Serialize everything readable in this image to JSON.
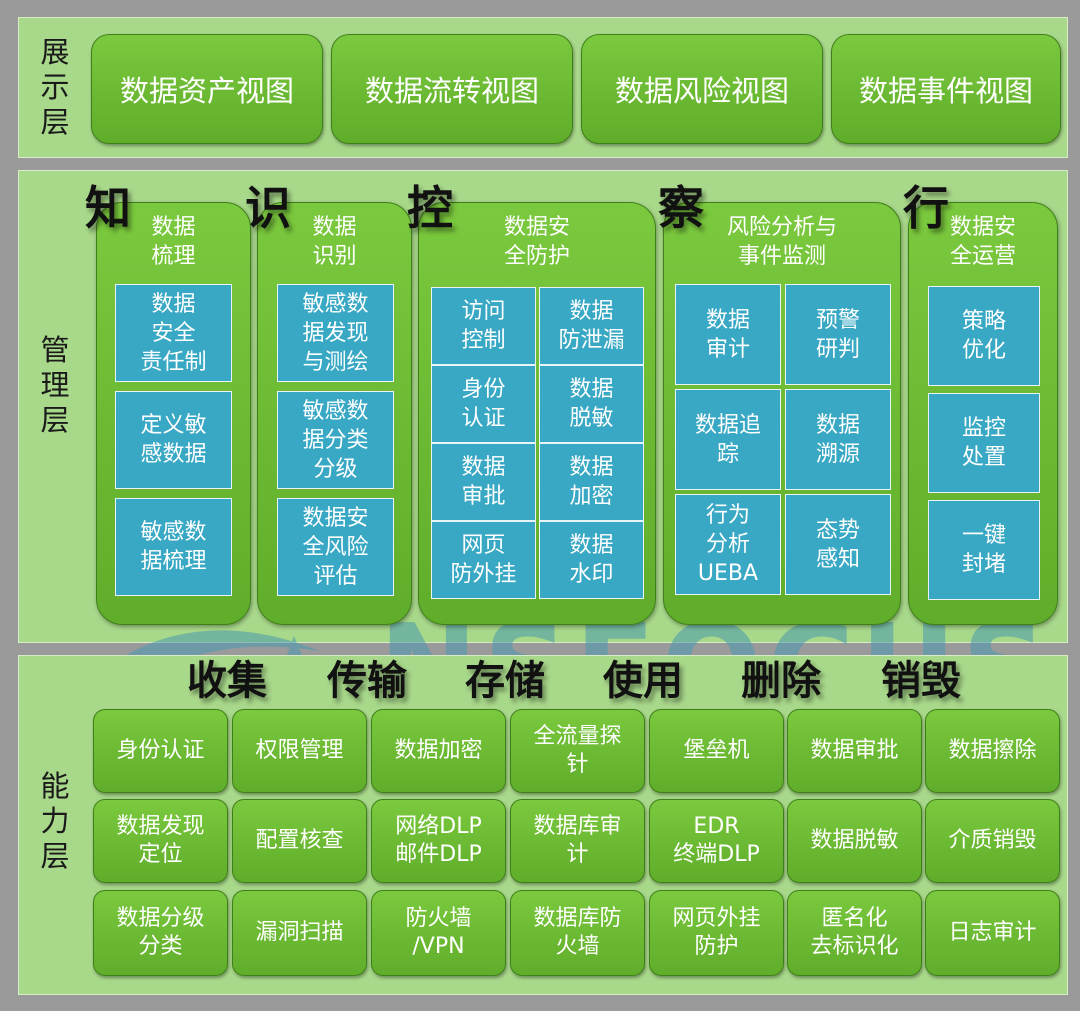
{
  "display": {
    "label": "展示层",
    "views": [
      "数据资产视图",
      "数据流转视图",
      "数据风险视图",
      "数据事件视图"
    ]
  },
  "management": {
    "label": "管理层",
    "phases": [
      "知",
      "识",
      "控",
      "察",
      "行"
    ],
    "columns": [
      {
        "title": "数据\n梳理",
        "items": [
          "数据\n安全\n责任制",
          "定义敏\n感数据",
          "敏感数\n据梳理"
        ]
      },
      {
        "title": "数据\n识别",
        "items": [
          "敏感数\n据发现\n与测绘",
          "敏感数\n据分类\n分级",
          "数据安\n全风险\n评估"
        ]
      },
      {
        "title": "数据安\n全防护",
        "items": [
          "访问\n控制",
          "数据\n防泄漏",
          "身份\n认证",
          "数据\n脱敏",
          "数据\n审批",
          "数据\n加密",
          "网页\n防外挂",
          "数据\n水印"
        ]
      },
      {
        "title": "风险分析与\n事件监测",
        "items": [
          "数据\n审计",
          "预警\n研判",
          "数据追\n踪",
          "数据\n溯源",
          "行为\n分析\nUEBA",
          "态势\n感知"
        ]
      },
      {
        "title": "数据安\n全运营",
        "items": [
          "策略\n优化",
          "监控\n处置",
          "一键\n封堵"
        ]
      }
    ],
    "watermark": "NSFOCUS"
  },
  "capability": {
    "label": "能力层",
    "stages": [
      "收集",
      "传输",
      "存储",
      "使用",
      "删除",
      "销毁"
    ],
    "rows": [
      [
        "身份认证",
        "权限管理",
        "数据加密",
        "全流量探\n针",
        "堡垒机",
        "数据审批",
        "数据擦除"
      ],
      [
        "数据发现\n定位",
        "配置核查",
        "网络DLP\n邮件DLP",
        "数据库审\n计",
        "EDR\n终端DLP",
        "数据脱敏",
        "介质销毁"
      ],
      [
        "数据分级\n分类",
        "漏洞扫描",
        "防火墙\n/VPN",
        "数据库防\n火墙",
        "网页外挂\n防护",
        "匿名化\n去标识化",
        "日志审计"
      ]
    ]
  },
  "colors": {
    "green": "#6cbf33",
    "blue": "#39a8c4",
    "layer_bg": "#a8d88a"
  }
}
